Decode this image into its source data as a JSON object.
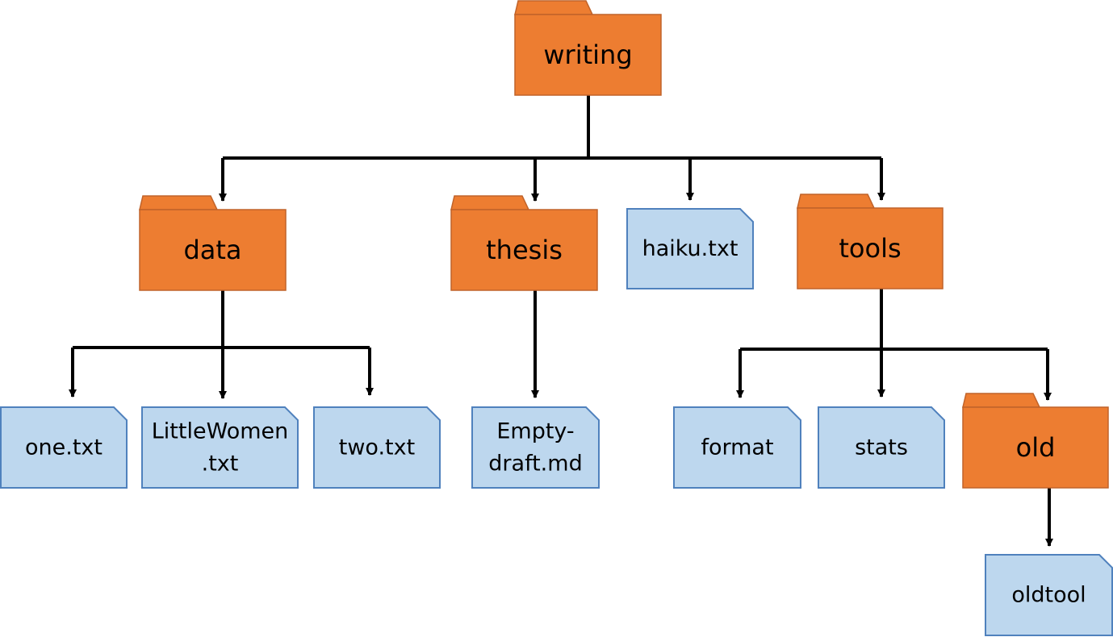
{
  "colors": {
    "folder_fill": "#ED7D31",
    "folder_stroke": "#C0632A",
    "file_fill": "#BDD7EE",
    "file_stroke": "#4F81BD",
    "connector": "#000000"
  },
  "nodes": {
    "writing": {
      "kind": "folder",
      "label": [
        "writing"
      ],
      "icon": "folder-icon"
    },
    "data": {
      "kind": "folder",
      "label": [
        "data"
      ],
      "icon": "folder-icon"
    },
    "thesis": {
      "kind": "folder",
      "label": [
        "thesis"
      ],
      "icon": "folder-icon"
    },
    "haiku": {
      "kind": "file",
      "label": [
        "haiku.txt"
      ],
      "icon": "file-icon"
    },
    "tools": {
      "kind": "folder",
      "label": [
        "tools"
      ],
      "icon": "folder-icon"
    },
    "one": {
      "kind": "file",
      "label": [
        "one.txt"
      ],
      "icon": "file-icon"
    },
    "littlewomen": {
      "kind": "file",
      "label": [
        "LittleWomen",
        ".txt"
      ],
      "icon": "file-icon"
    },
    "two": {
      "kind": "file",
      "label": [
        "two.txt"
      ],
      "icon": "file-icon"
    },
    "emptydraft": {
      "kind": "file",
      "label": [
        "Empty-",
        "draft.md"
      ],
      "icon": "file-icon"
    },
    "format": {
      "kind": "file",
      "label": [
        "format"
      ],
      "icon": "file-icon"
    },
    "stats": {
      "kind": "file",
      "label": [
        "stats"
      ],
      "icon": "file-icon"
    },
    "old": {
      "kind": "folder",
      "label": [
        "old"
      ],
      "icon": "folder-icon"
    },
    "oldtool": {
      "kind": "file",
      "label": [
        "oldtool"
      ],
      "icon": "file-icon"
    }
  },
  "edges": [
    {
      "from": "writing",
      "children": [
        "data",
        "thesis",
        "haiku",
        "tools"
      ]
    },
    {
      "from": "data",
      "children": [
        "one",
        "littlewomen",
        "two"
      ]
    },
    {
      "from": "thesis",
      "children": [
        "emptydraft"
      ]
    },
    {
      "from": "tools",
      "children": [
        "format",
        "stats",
        "old"
      ]
    },
    {
      "from": "old",
      "children": [
        "oldtool"
      ]
    }
  ]
}
